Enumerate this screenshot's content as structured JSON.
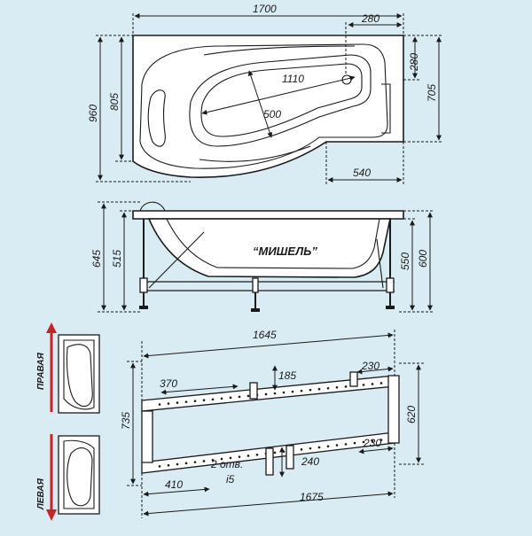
{
  "top_view": {
    "width_1700": "1700",
    "width_280": "280",
    "height_280": "280",
    "height_960": "960",
    "height_805": "805",
    "height_705": "705",
    "length_1110": "1110",
    "width_500": "500",
    "width_540": "540"
  },
  "side_view": {
    "height_645": "645",
    "height_515": "515",
    "height_550": "550",
    "height_600": "600",
    "model_name": "“МИШЕЛЬ”"
  },
  "variants": {
    "right_label": "ПРАВАЯ",
    "left_label": "ЛЕВАЯ"
  },
  "frame_view": {
    "length_1645": "1645",
    "length_1675": "1675",
    "dim_370": "370",
    "dim_185": "185",
    "dim_230_top": "230",
    "dim_230_bottom": "230",
    "dim_735": "735",
    "dim_620": "620",
    "dim_240": "240",
    "dim_410": "410",
    "holes_note_1": "2 отв.",
    "holes_note_2": "i5"
  },
  "colors": {
    "background": "#d9ecf3",
    "line": "#1a1a1a",
    "fill": "#ffffff",
    "arrow_red": "#cc2222"
  }
}
